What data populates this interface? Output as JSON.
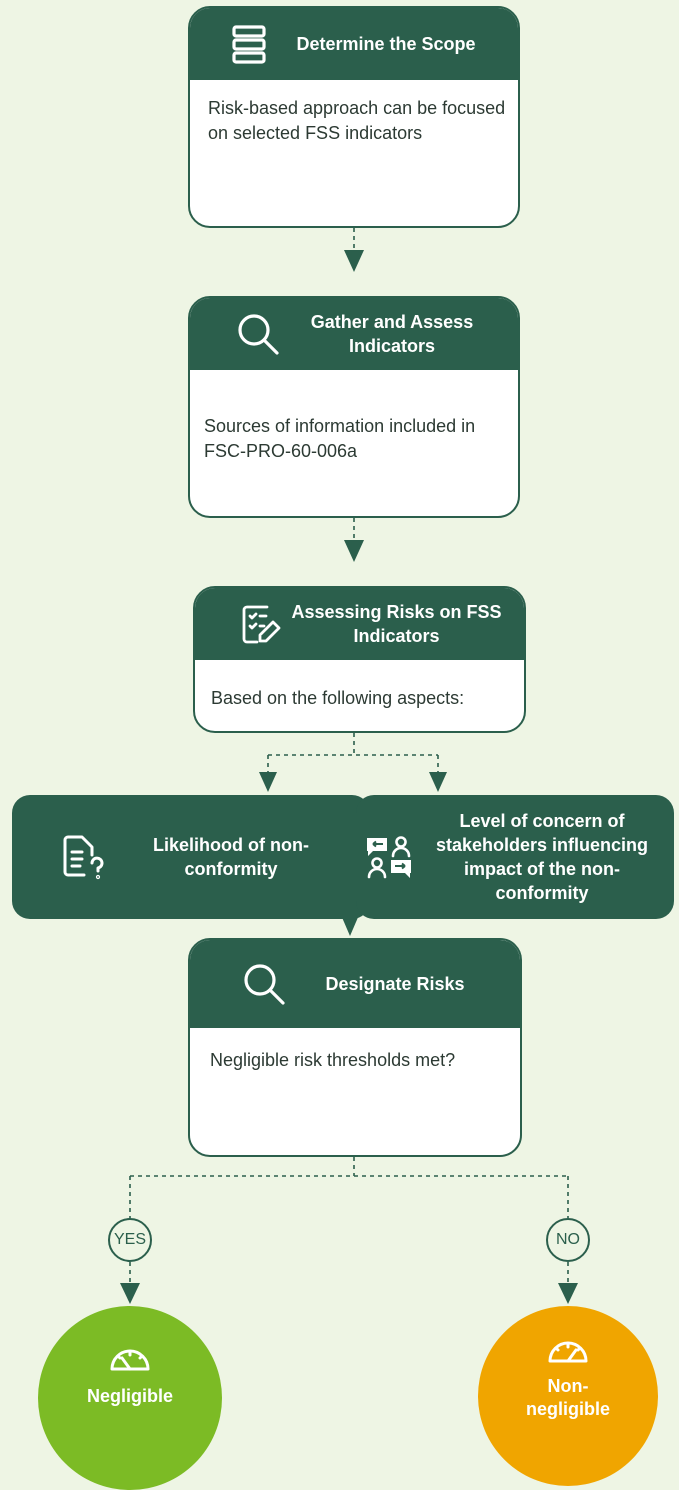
{
  "colors": {
    "background": "#eef5e4",
    "primary": "#2b5f4c",
    "card_body": "#ffffff",
    "negligible": "#7cbb25",
    "non_negligible": "#f0a500"
  },
  "steps": {
    "scope": {
      "icon": "list-stack-icon",
      "title": "Determine the Scope",
      "body": "Risk-based approach can be focused on selected FSS indicators"
    },
    "gather": {
      "icon": "magnifier-icon",
      "title": "Gather and Assess Indicators",
      "body": "Sources of information included in FSC-PRO-60-006a"
    },
    "assess": {
      "icon": "checklist-pencil-icon",
      "title": "Assessing Risks on FSS Indicators",
      "body": "Based on the following aspects:"
    },
    "designate": {
      "icon": "magnifier-icon",
      "title": "Designate Risks",
      "body": "Negligible risk thresholds met?"
    }
  },
  "aspects": {
    "likelihood": {
      "icon": "document-question-icon",
      "label": "Likelihood of non-conformity"
    },
    "concern": {
      "icon": "stakeholders-chat-icon",
      "label": "Level of concern of stakeholders influencing impact of the non-conformity"
    }
  },
  "branches": {
    "yes": "YES",
    "no": "NO"
  },
  "outcomes": {
    "negligible": {
      "icon": "speedometer-icon",
      "label": "Negligible"
    },
    "non_negligible": {
      "icon": "speedometer-icon",
      "label": "Non-negligible"
    }
  }
}
